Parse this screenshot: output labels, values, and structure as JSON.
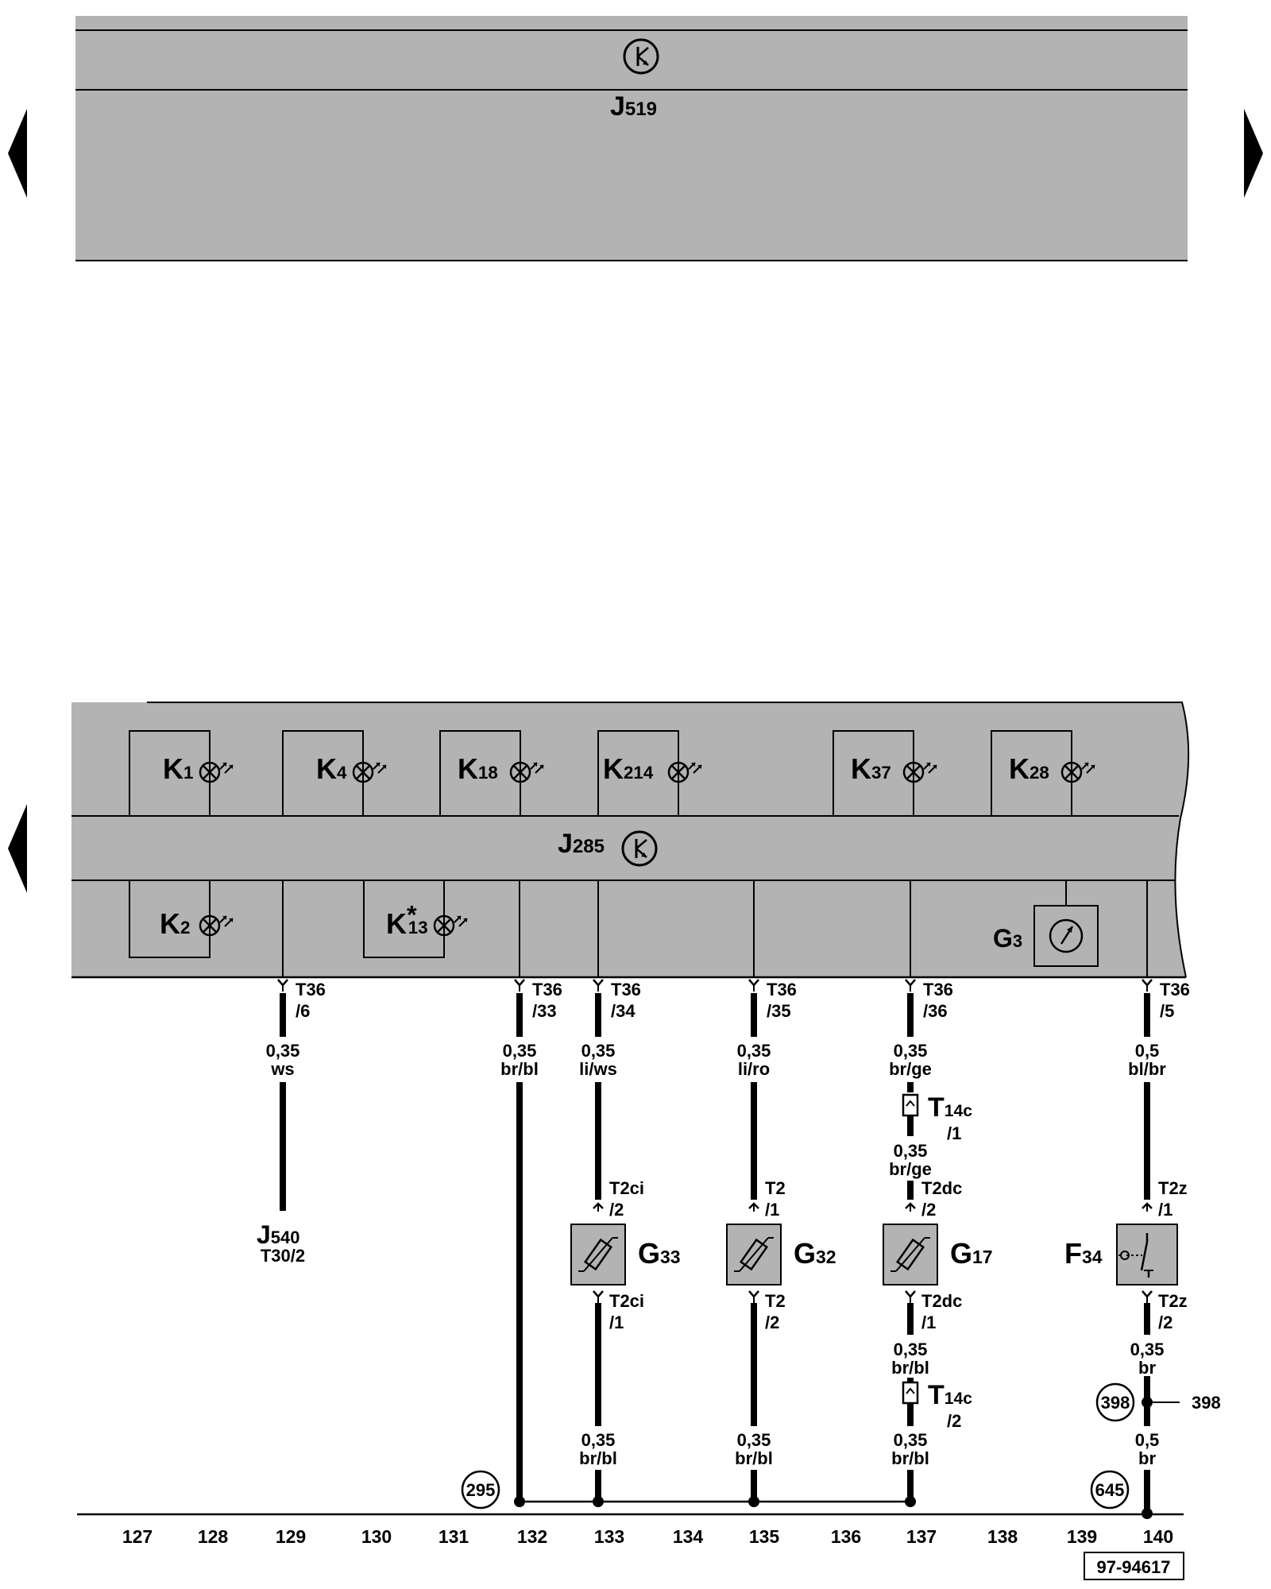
{
  "top_panel": {
    "module": "J519"
  },
  "bottom_panel": {
    "module": "J285"
  },
  "lamps_top": [
    {
      "base": "K",
      "sub": "1"
    },
    {
      "base": "K",
      "sub": "4"
    },
    {
      "base": "K",
      "sub": "18"
    },
    {
      "base": "K",
      "sub": "214"
    },
    {
      "base": "K",
      "sub": "37"
    },
    {
      "base": "K",
      "sub": "28"
    }
  ],
  "lamps_bottom": [
    {
      "base": "K",
      "sub": "2",
      "note": ""
    },
    {
      "base": "K",
      "sub": "13",
      "note": "*"
    }
  ],
  "gauge": {
    "base": "G",
    "sub": "3"
  },
  "wires": [
    {
      "conn": "T36",
      "pin": "/6",
      "size": "0,35",
      "color": "ws"
    },
    {
      "conn": "T36",
      "pin": "/33",
      "size": "0,35",
      "color": "br/bl"
    },
    {
      "conn": "T36",
      "pin": "/34",
      "size": "0,35",
      "color": "li/ws"
    },
    {
      "conn": "T36",
      "pin": "/35",
      "size": "0,35",
      "color": "li/ro"
    },
    {
      "conn": "T36",
      "pin": "/36",
      "size": "0,35",
      "color": "br/ge"
    },
    {
      "conn": "T36",
      "pin": "/5",
      "size": "0,5",
      "color": "bl/br"
    }
  ],
  "j540": {
    "base": "J",
    "sub": "540",
    "pin": "T30/2"
  },
  "sensors": [
    {
      "base": "G",
      "sub": "33",
      "conn_top": "T2ci",
      "pin_top": "/2",
      "conn_bot": "T2ci",
      "pin_bot": "/1"
    },
    {
      "base": "G",
      "sub": "32",
      "conn_top": "T2",
      "pin_top": "/1",
      "conn_bot": "T2",
      "pin_bot": "/2"
    },
    {
      "base": "G",
      "sub": "17",
      "conn_top": "T2dc",
      "pin_top": "/2",
      "conn_bot": "T2dc",
      "pin_bot": "/1"
    }
  ],
  "switch": {
    "base": "F",
    "sub": "34",
    "conn_top": "T2z",
    "pin_top": "/1",
    "conn_bot": "T2z",
    "pin_bot": "/2"
  },
  "t14c": [
    {
      "base": "T",
      "sub": "14c",
      "pin": "/1"
    },
    {
      "base": "T",
      "sub": "14c",
      "pin": "/2"
    }
  ],
  "g17_wire_mid": {
    "size": "0,35",
    "color": "br/ge"
  },
  "g17_wire_low": {
    "size": "0,35",
    "color": "br/bl"
  },
  "bottom_wires": [
    {
      "size": "0,35",
      "color": "br/bl"
    },
    {
      "size": "0,35",
      "color": "br/bl"
    },
    {
      "size": "0,35",
      "color": "br/bl"
    }
  ],
  "f34_wire_mid": {
    "size": "0,35",
    "color": "br"
  },
  "f34_wire_low": {
    "size": "0,5",
    "color": "br"
  },
  "refs": {
    "ground_left": "295",
    "node": "398",
    "node_text": "398",
    "ground_right": "645"
  },
  "columns": [
    "127",
    "128",
    "129",
    "130",
    "131",
    "132",
    "133",
    "134",
    "135",
    "136",
    "137",
    "138",
    "139",
    "140"
  ],
  "figure_id": "97-94617",
  "colors": {
    "panel": "#b3b3b3",
    "line": "#000000",
    "background": "#ffffff"
  }
}
